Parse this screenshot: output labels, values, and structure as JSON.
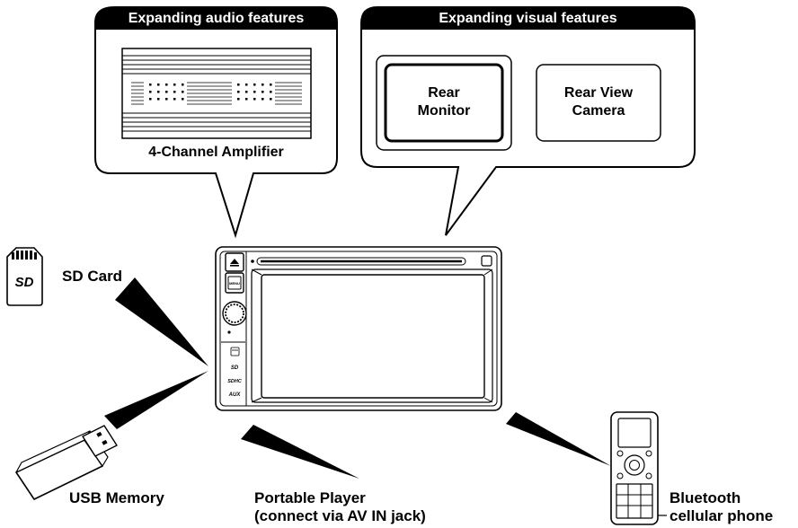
{
  "audio_bubble": {
    "header": "Expanding audio features",
    "amplifier_label": "4-Channel Amplifier"
  },
  "visual_bubble": {
    "header": "Expanding visual features",
    "rear_monitor": [
      "Rear",
      "Monitor"
    ],
    "rear_camera": [
      "Rear View",
      "Camera"
    ]
  },
  "devices": {
    "sd_card": "SD Card",
    "usb_memory": "USB Memory",
    "portable_player": [
      "Portable Player",
      "(connect via AV IN jack)"
    ],
    "bluetooth_phone": [
      "Bluetooth",
      "cellular phone"
    ]
  },
  "head_unit": {
    "menu_button": "MENU"
  },
  "icons": [
    "amplifier-icon",
    "rear-monitor-icon",
    "rear-camera-icon",
    "head-unit-icon",
    "sd-card-icon",
    "usb-memory-icon",
    "cellular-phone-icon",
    "eject-icon"
  ]
}
